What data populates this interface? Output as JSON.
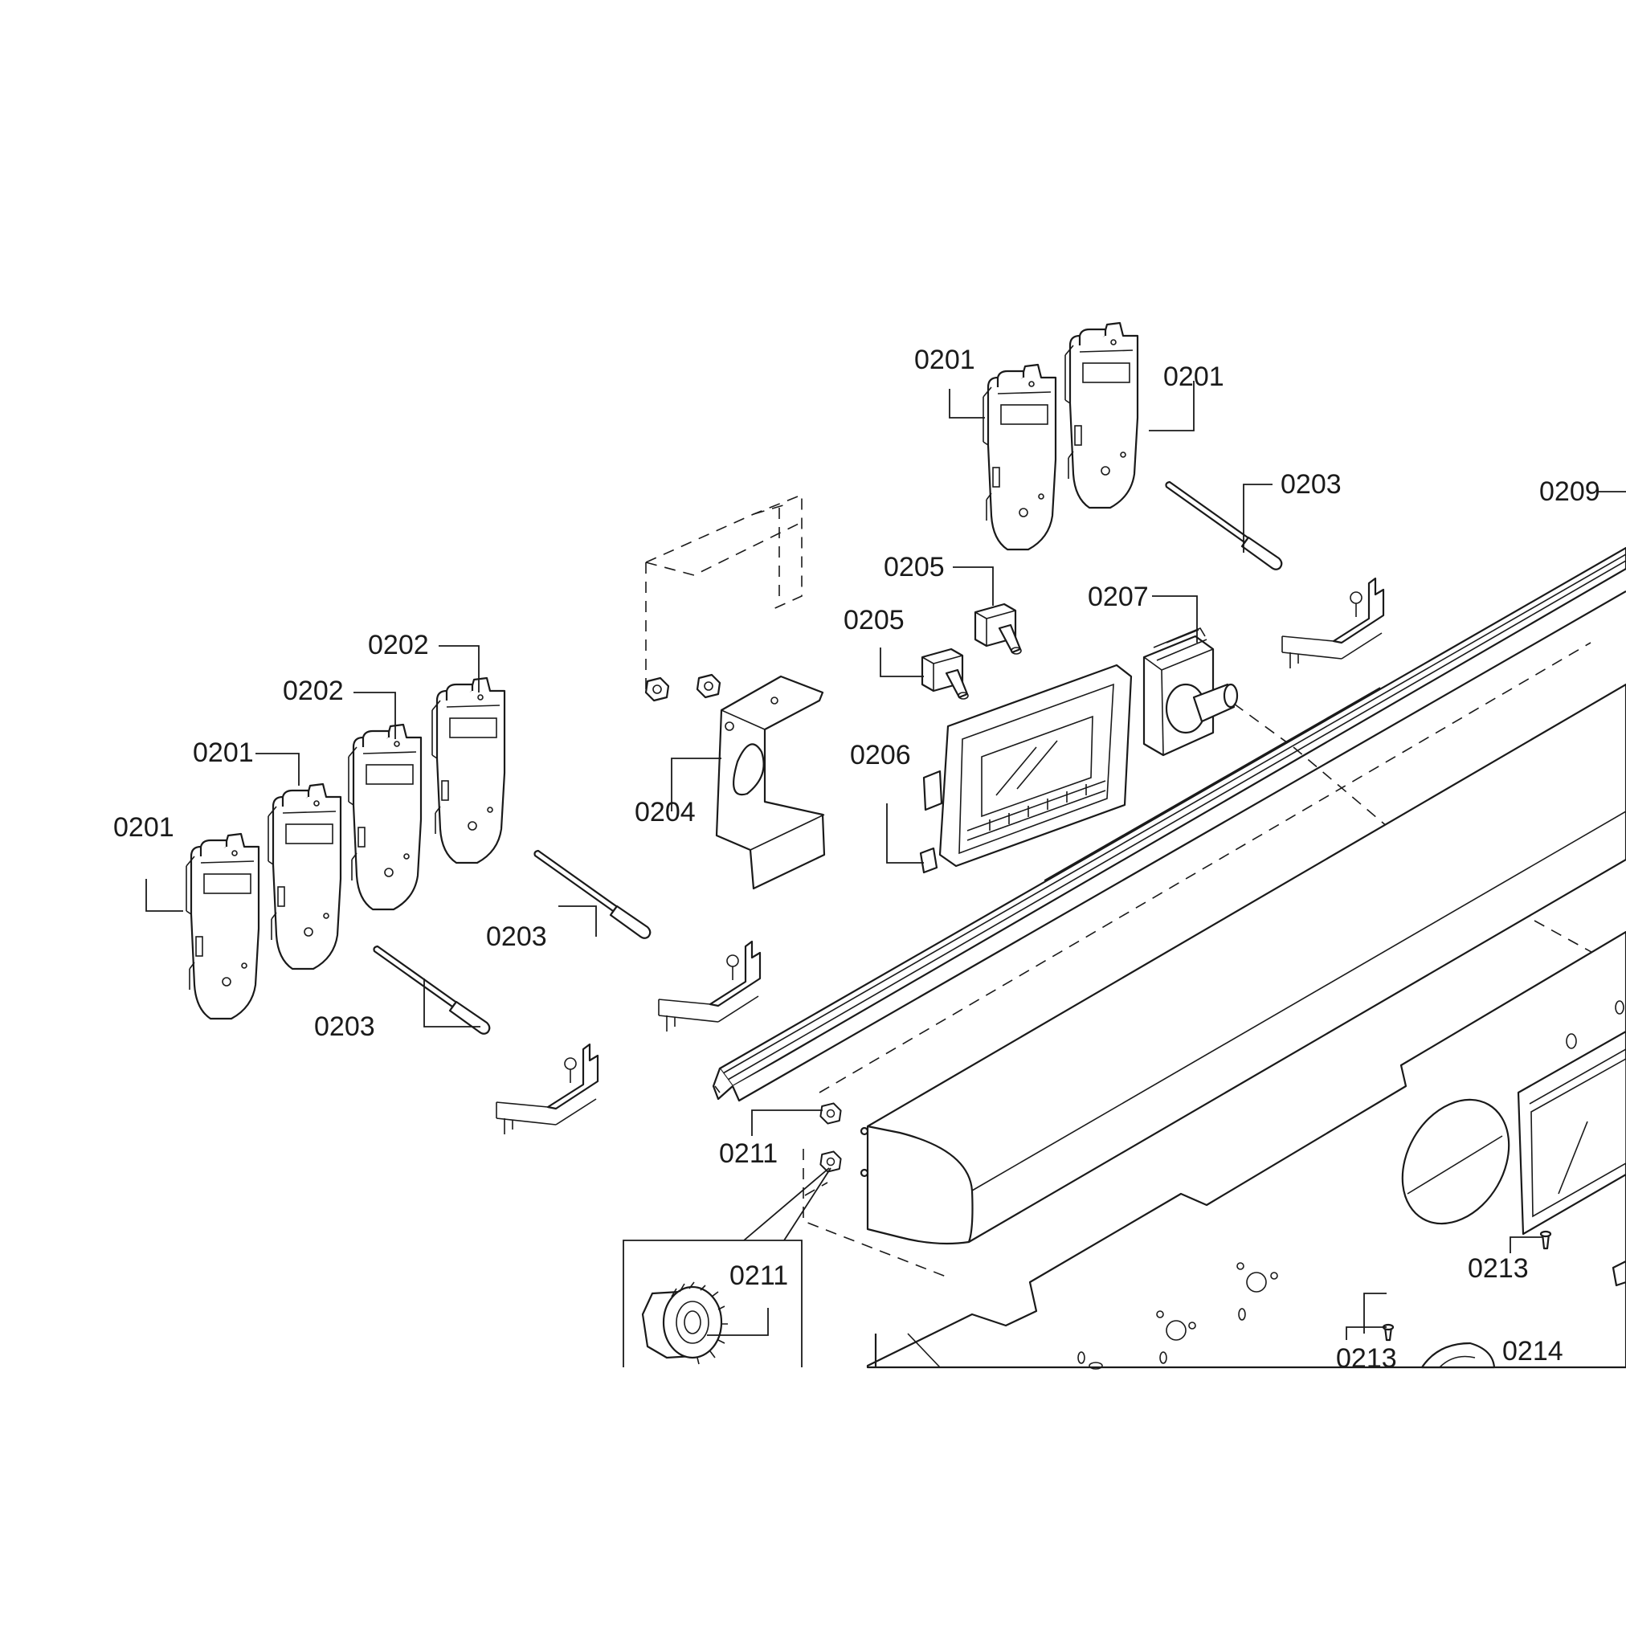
{
  "labels": [
    {
      "id": "lbl-0201-a",
      "text": "0201"
    },
    {
      "id": "lbl-0201-b",
      "text": "0201"
    },
    {
      "id": "lbl-0201-c",
      "text": "0201"
    },
    {
      "id": "lbl-0201-d",
      "text": "0201"
    },
    {
      "id": "lbl-0202-a",
      "text": "0202"
    },
    {
      "id": "lbl-0202-b",
      "text": "0202"
    },
    {
      "id": "lbl-0203-a",
      "text": "0203"
    },
    {
      "id": "lbl-0203-b",
      "text": "0203"
    },
    {
      "id": "lbl-0203-c",
      "text": "0203"
    },
    {
      "id": "lbl-0204",
      "text": "0204"
    },
    {
      "id": "lbl-0205-a",
      "text": "0205"
    },
    {
      "id": "lbl-0205-b",
      "text": "0205"
    },
    {
      "id": "lbl-0206",
      "text": "0206"
    },
    {
      "id": "lbl-0207",
      "text": "0207"
    },
    {
      "id": "lbl-0209",
      "text": "0209"
    },
    {
      "id": "lbl-0211-a",
      "text": "0211"
    },
    {
      "id": "lbl-0211-b",
      "text": "0211"
    },
    {
      "id": "lbl-0213-a",
      "text": "0213"
    },
    {
      "id": "lbl-0213-b",
      "text": "0213"
    },
    {
      "id": "lbl-0214",
      "text": "0214"
    }
  ]
}
